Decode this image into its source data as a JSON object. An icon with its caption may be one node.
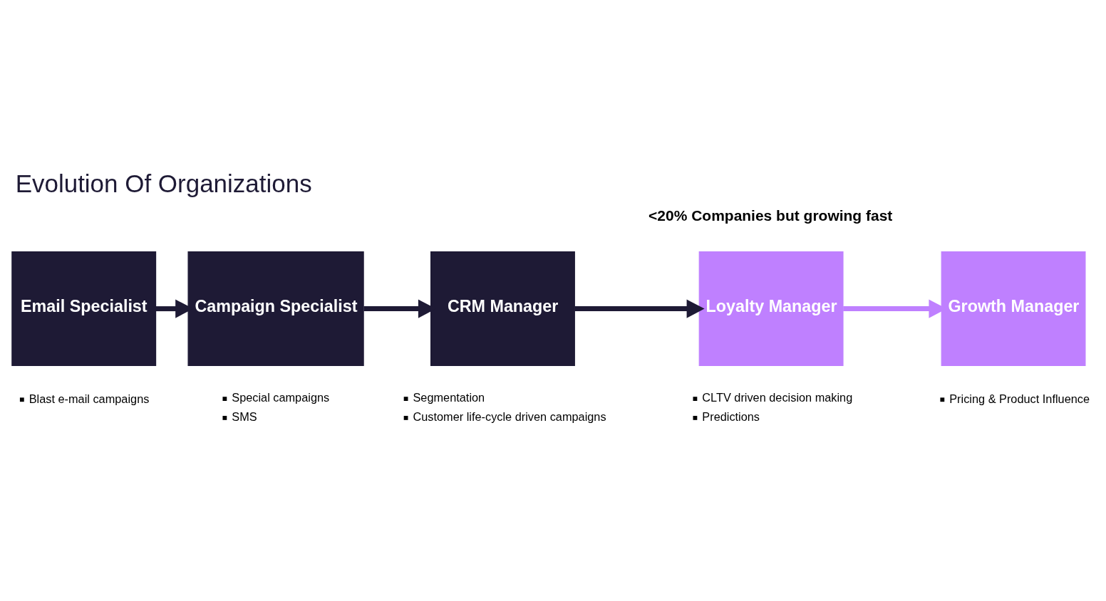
{
  "diagram": {
    "title": "Evolution Of Organizations",
    "nodes": [
      {
        "text": [
          "Email Specialist"
        ],
        "beside": [
          "Blast e-mail campaigns"
        ]
      },
      {
        "text": [
          "Campaign Specialist"
        ],
        "beside": [
          "Special campaigns",
          "SMS"
        ]
      },
      {
        "text": [
          "CRM Manager"
        ],
        "beside": [
          "Segmentation",
          "Customer life-cycle driven campaigns"
        ]
      },
      {
        "text": [
          "Loyalty Manager"
        ],
        "beside": [
          "CLTV driven decision making",
          "Predictions"
        ]
      },
      {
        "text": [
          "Growth Manager"
        ],
        "beside": [
          "Pricing & Product Influence"
        ]
      }
    ],
    "edges": [
      {
        "from": 0,
        "to": 1,
        "arrow": "to"
      },
      {
        "from": 1,
        "to": 2,
        "arrow": "to"
      },
      {
        "from": 2,
        "to": 3,
        "arrow": "to"
      },
      {
        "from": 3,
        "to": 4,
        "arrow": "to",
        "color": "#bf80ff"
      }
    ],
    "labels": [
      "<20% Companies but growing fast"
    ]
  }
}
